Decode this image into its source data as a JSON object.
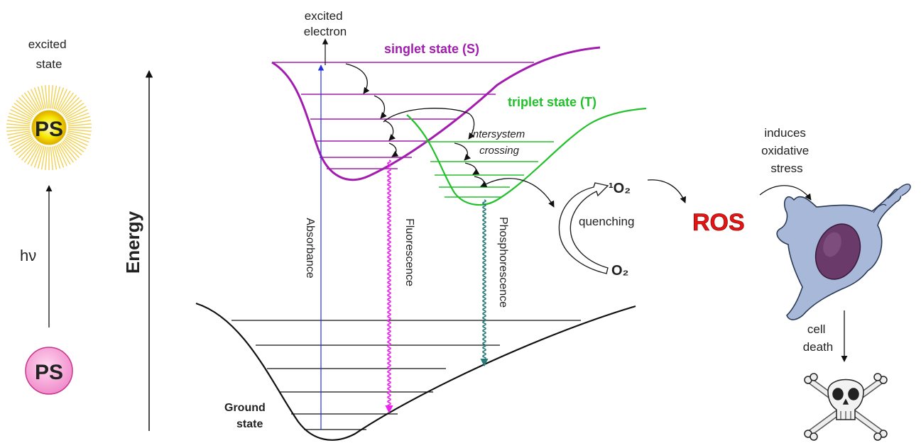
{
  "labels": {
    "excited_state": [
      "excited",
      "state"
    ],
    "ps_excited": "PS",
    "ps_ground": "PS",
    "hv": "hν",
    "energy": "Energy",
    "excited_electron": [
      "excited",
      "electron"
    ],
    "singlet_state": "singlet state (S)",
    "triplet_state": "triplet state (T)",
    "intersystem_crossing": [
      "intersystem",
      "crossing"
    ],
    "absorbance": "Absorbance",
    "fluorescence": "Fluorescence",
    "phosphorescence": "Phosphorescence",
    "ground_state": [
      "Ground",
      "state"
    ],
    "singlet_oxygen": "¹O₂",
    "oxygen": "O₂",
    "quenching": "quenching",
    "ros": "ROS",
    "induces_oxidative_stress": [
      "induces",
      "oxidative",
      "stress"
    ],
    "cell_death": [
      "cell",
      "death"
    ]
  },
  "colors": {
    "singlet": "#a21caf",
    "triplet": "#22c02a",
    "fluorescence": "#ee22ee",
    "phosphorescence": "#2a7a7a",
    "absorbance": "#2233dd",
    "ros": "#e41414",
    "ps_excited_core": "#f5e800",
    "ps_ground_fill": "#f8a9d8",
    "cell_body": "#a8b8d8",
    "nucleus": "#6a3a6a"
  },
  "icons": [
    "sun-burst-icon",
    "cell-icon",
    "skull-crossbones-icon"
  ]
}
